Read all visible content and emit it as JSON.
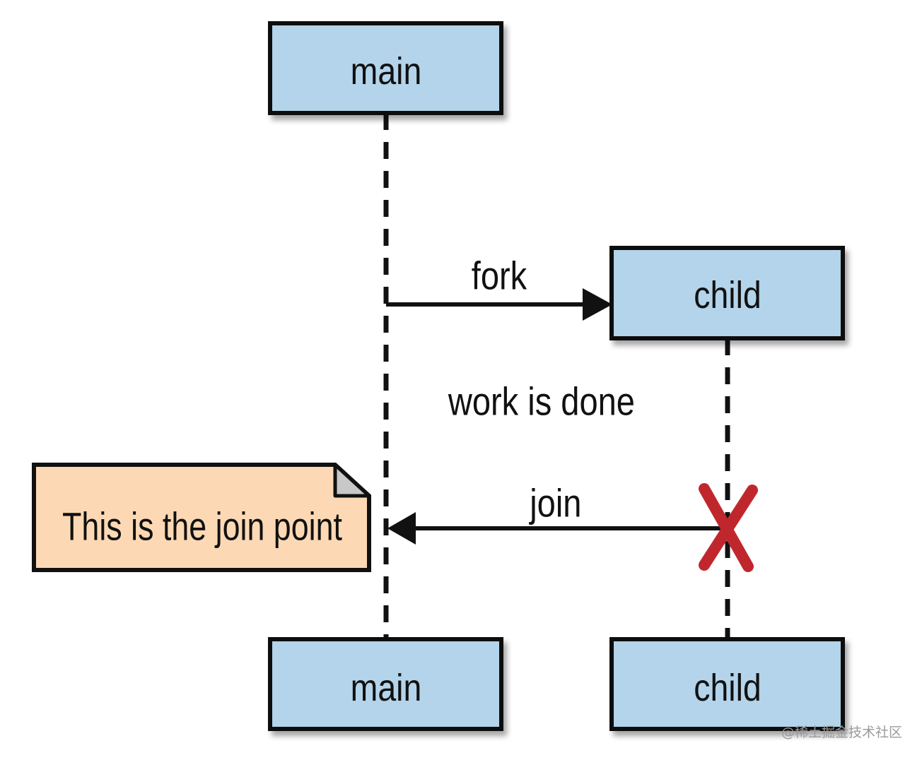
{
  "participants": {
    "main": {
      "top_label": "main",
      "bottom_label": "main"
    },
    "child": {
      "top_label": "child",
      "bottom_label": "child"
    }
  },
  "messages": {
    "fork": "fork",
    "work": "work is done",
    "join": "join"
  },
  "note": {
    "text": "This is the join point"
  },
  "watermark": "@稀土掘金技术社区",
  "colors": {
    "box_fill": "#b3d4ea",
    "note_fill": "#fcd9b4",
    "note_fold": "#c8c8c8",
    "destroy_mark": "#c0272d",
    "line": "#111111"
  },
  "icons": {
    "destroy": "destroy-x-icon"
  }
}
